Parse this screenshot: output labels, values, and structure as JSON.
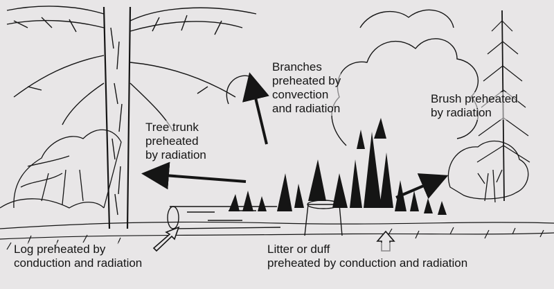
{
  "labels": {
    "branches": [
      "Branches",
      "preheated by",
      "convection",
      "and radiation"
    ],
    "brush": [
      "Brush preheated",
      "by radiation"
    ],
    "tree_trunk": [
      "Tree trunk",
      "preheated",
      "by radiation"
    ],
    "log": [
      "Log preheated by",
      "conduction and radiation"
    ],
    "litter": [
      "Litter or duff",
      "preheated by conduction and radiation"
    ]
  },
  "colors": {
    "ink": "#151515",
    "paper": "#e8e6e7"
  }
}
